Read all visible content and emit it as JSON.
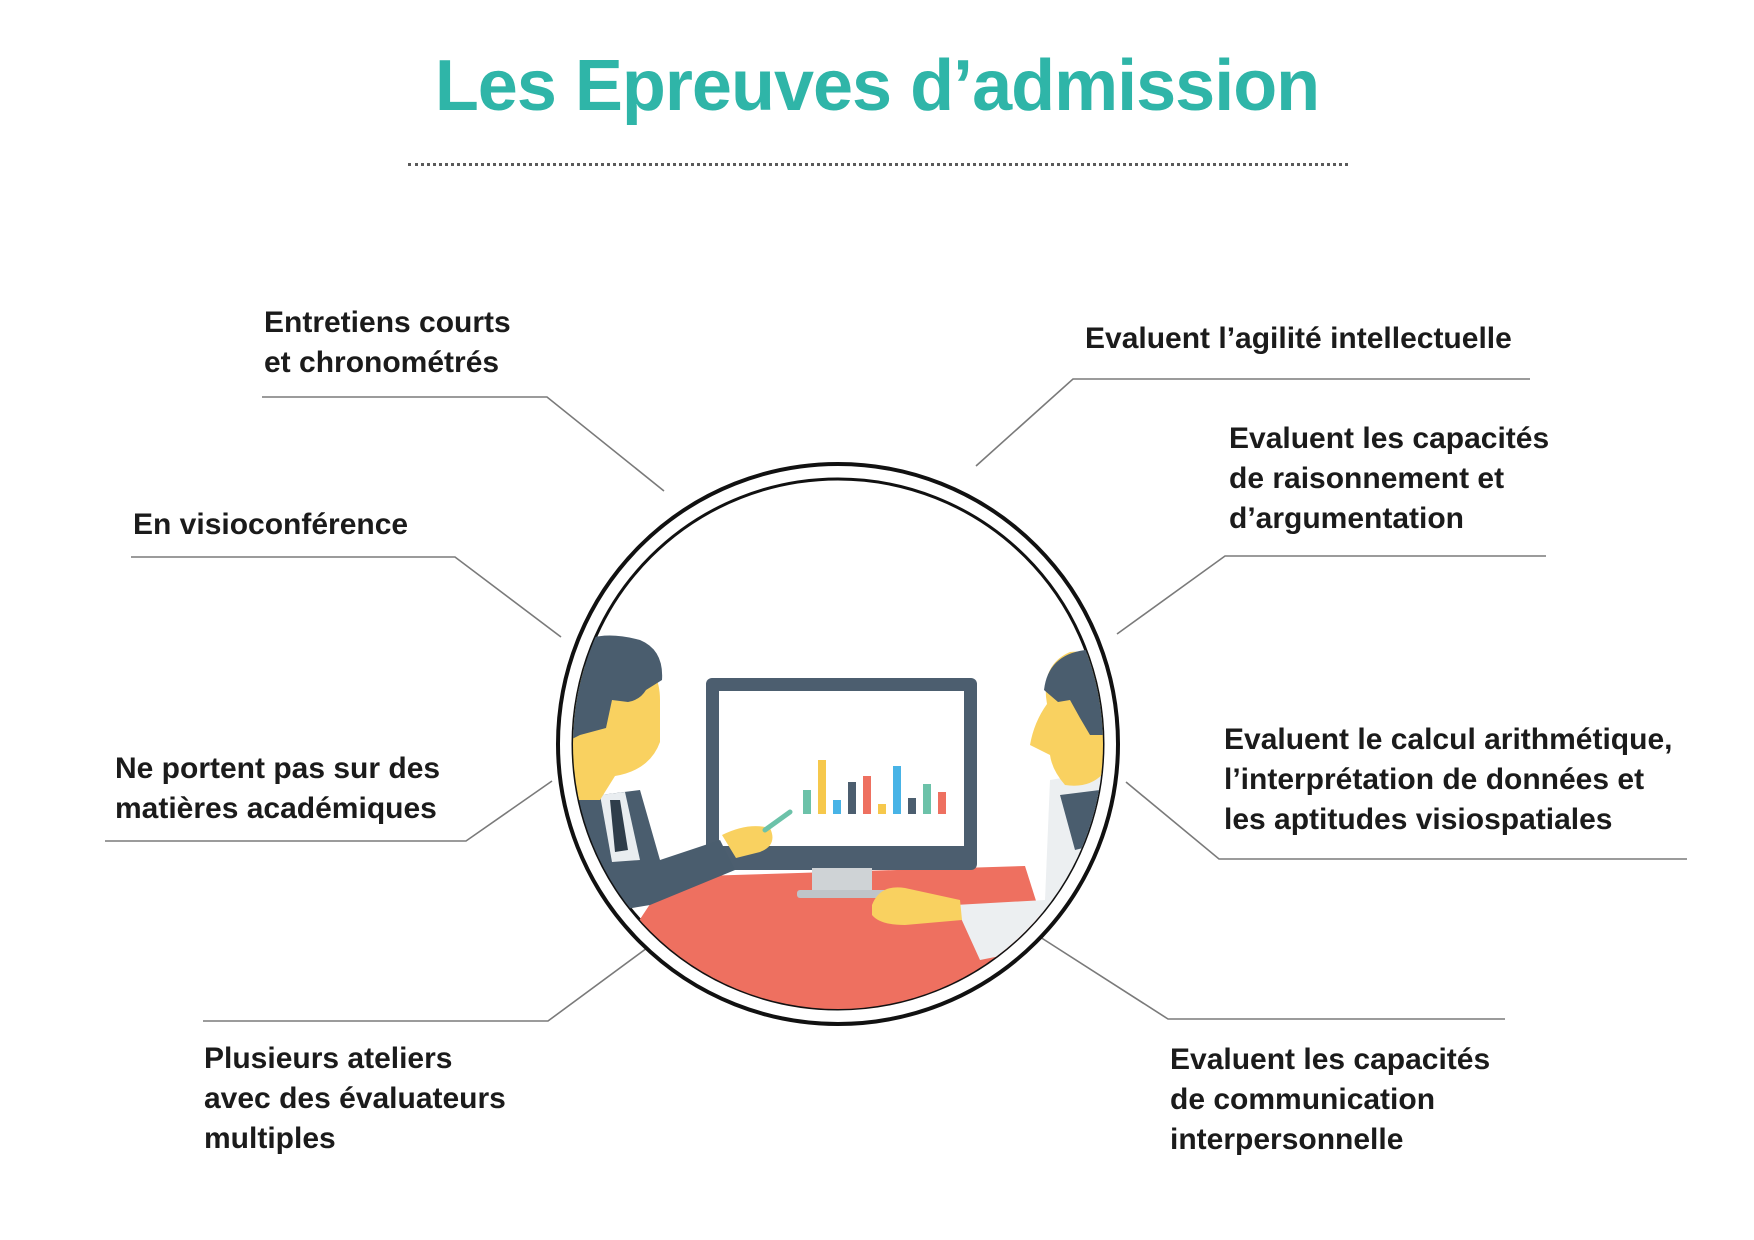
{
  "title": "Les Epreuves d’admission",
  "colors": {
    "accent": "#2fb5a8",
    "text": "#1b1b1b",
    "connector": "#7a7a7a",
    "table": "#ee7060",
    "suit": "#4a5d6e",
    "skin": "#f9d160"
  },
  "left_items": [
    {
      "lines": [
        "Entretiens courts",
        "et chronométrés"
      ]
    },
    {
      "lines": [
        "En visioconférence"
      ]
    },
    {
      "lines": [
        "Ne portent pas sur des",
        "matières académiques"
      ]
    },
    {
      "lines": [
        "Plusieurs ateliers",
        "avec des évaluateurs",
        "multiples"
      ]
    }
  ],
  "right_items": [
    {
      "lines": [
        "Evaluent l’agilité intellectuelle"
      ]
    },
    {
      "lines": [
        "Evaluent les capacités",
        "de raisonnement et",
        "d’argumentation"
      ]
    },
    {
      "lines": [
        "Evaluent le calcul arithmétique,",
        "l’interprétation de données et",
        "les aptitudes visiospatiales"
      ]
    },
    {
      "lines": [
        "Evaluent les capacités",
        "de communication",
        "interpersonnelle"
      ]
    }
  ],
  "illustration": {
    "icons": [
      "businessman-left-icon",
      "businessman-right-icon",
      "monitor-icon",
      "bar-chart-icon",
      "pen-icon",
      "table-icon"
    ]
  }
}
